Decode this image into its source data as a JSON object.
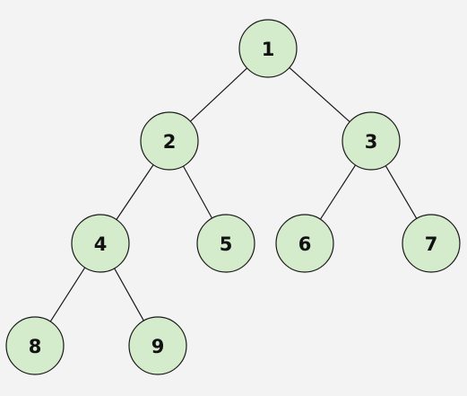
{
  "colors": {
    "background": "#f3f3f3",
    "node_fill": "#d4ebcc",
    "node_stroke": "#1a1a1a",
    "edge": "#1a1a1a",
    "label": "#111111"
  },
  "tree": {
    "nodes": [
      {
        "id": "1",
        "label": "1"
      },
      {
        "id": "2",
        "label": "2"
      },
      {
        "id": "3",
        "label": "3"
      },
      {
        "id": "4",
        "label": "4"
      },
      {
        "id": "5",
        "label": "5"
      },
      {
        "id": "6",
        "label": "6"
      },
      {
        "id": "7",
        "label": "7"
      },
      {
        "id": "8",
        "label": "8"
      },
      {
        "id": "9",
        "label": "9"
      }
    ],
    "edges": [
      {
        "from": "1",
        "to": "2"
      },
      {
        "from": "1",
        "to": "3"
      },
      {
        "from": "2",
        "to": "4"
      },
      {
        "from": "2",
        "to": "5"
      },
      {
        "from": "3",
        "to": "6"
      },
      {
        "from": "3",
        "to": "7"
      },
      {
        "from": "4",
        "to": "8"
      },
      {
        "from": "4",
        "to": "9"
      }
    ]
  }
}
